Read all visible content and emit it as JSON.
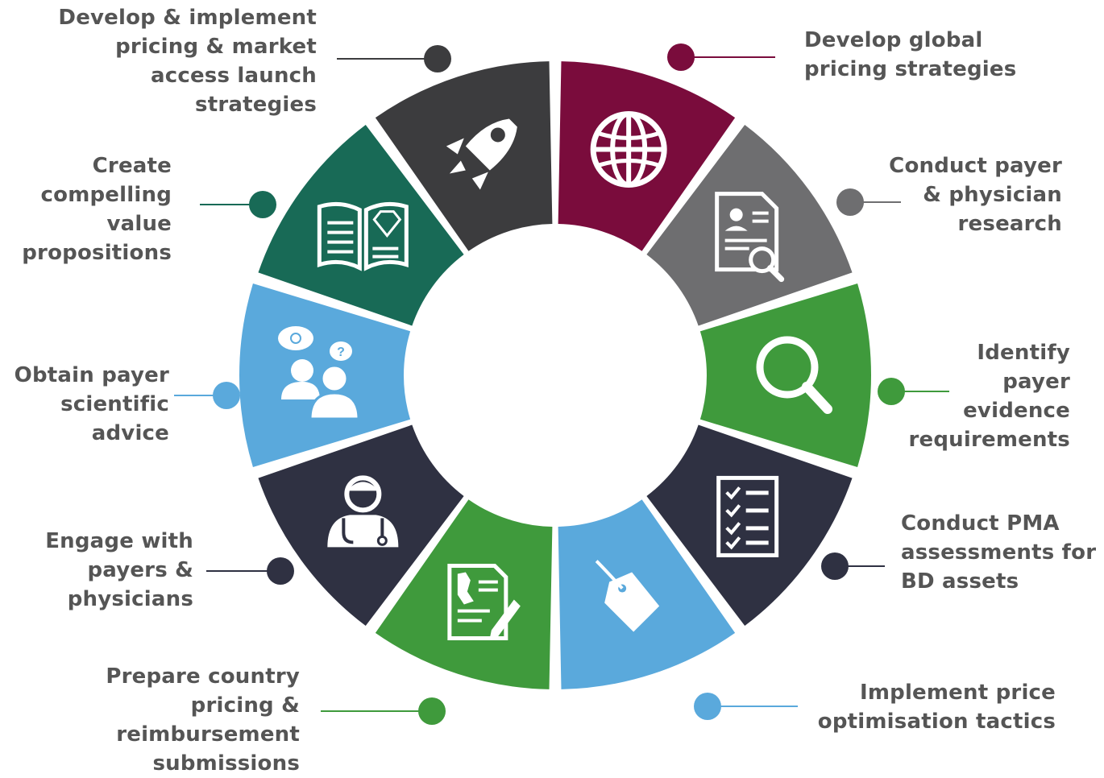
{
  "diagram": {
    "segments": [
      {
        "id": "develop-global",
        "color": "#7a0c3c",
        "icon": "globe-icon",
        "label": [
          "Develop global",
          "pricing strategies"
        ]
      },
      {
        "id": "payer-physician-research",
        "color": "#6e6e70",
        "icon": "profile-document-magnifier-icon",
        "label": [
          "Conduct payer",
          "& physician",
          "research"
        ]
      },
      {
        "id": "payer-evidence",
        "color": "#3f9a3c",
        "icon": "magnifying-glass-icon",
        "label": [
          "Identify",
          "payer",
          "evidence",
          "requirements"
        ]
      },
      {
        "id": "pma-assessments",
        "color": "#2f3142",
        "icon": "checklist-icon",
        "label": [
          "Conduct PMA",
          "assessments for",
          "BD assets"
        ]
      },
      {
        "id": "price-optimisation",
        "color": "#5aa9dc",
        "icon": "price-tag-icon",
        "label": [
          "Implement price",
          "optimisation tactics"
        ]
      },
      {
        "id": "country-submissions",
        "color": "#3f9a3c",
        "icon": "map-document-pen-icon",
        "label": [
          "Prepare country",
          "pricing &",
          "reimbursement",
          "submissions"
        ]
      },
      {
        "id": "engage-payers",
        "color": "#2f3142",
        "icon": "doctor-stethoscope-icon",
        "label": [
          "Engage with",
          "payers &",
          "physicians"
        ]
      },
      {
        "id": "scientific-advice",
        "color": "#5aa9dc",
        "icon": "people-speech-bubbles-icon",
        "label": [
          "Obtain payer",
          "scientific",
          "advice"
        ]
      },
      {
        "id": "value-propositions",
        "color": "#186a56",
        "icon": "open-book-diamond-icon",
        "label": [
          "Create",
          "compelling",
          "value",
          "propositions"
        ]
      },
      {
        "id": "launch-strategies",
        "color": "#3c3c3e",
        "icon": "rocket-icon",
        "label": [
          "Develop & implement",
          "pricing & market",
          "access launch",
          "strategies"
        ]
      }
    ]
  }
}
